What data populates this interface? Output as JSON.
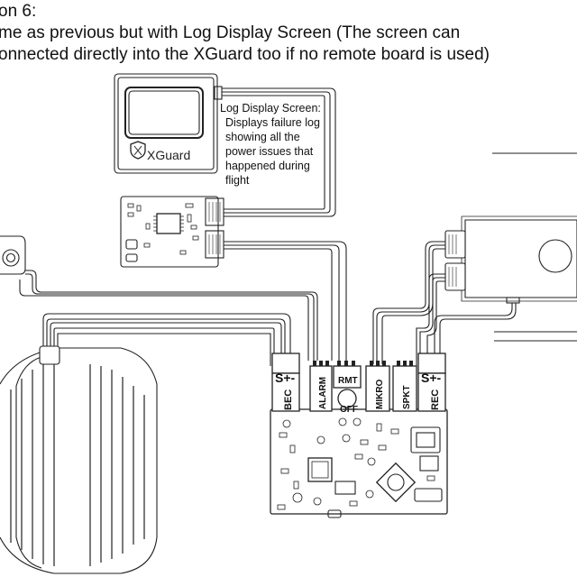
{
  "caption": {
    "line1": "on 6:",
    "line2": "me as previous but with Log Display Screen (The screen can",
    "line3": "onnected directly into the XGuard too if no remote board is used)"
  },
  "annotation": {
    "title": "Log Display Screen:",
    "lines": [
      "Displays failure log",
      "showing all the",
      "power issues that",
      "happened during",
      "flight"
    ]
  },
  "screen": {
    "brand": "XGuard"
  },
  "main_board": {
    "ports": {
      "bec": "BEC",
      "alarm": "ALARM",
      "rmt": "RMT",
      "off": "OFF",
      "mikro": "MIKRO",
      "spkt": "SPKT",
      "rec": "REC"
    },
    "polarity_left": "S+-",
    "polarity_right": "S+-"
  }
}
